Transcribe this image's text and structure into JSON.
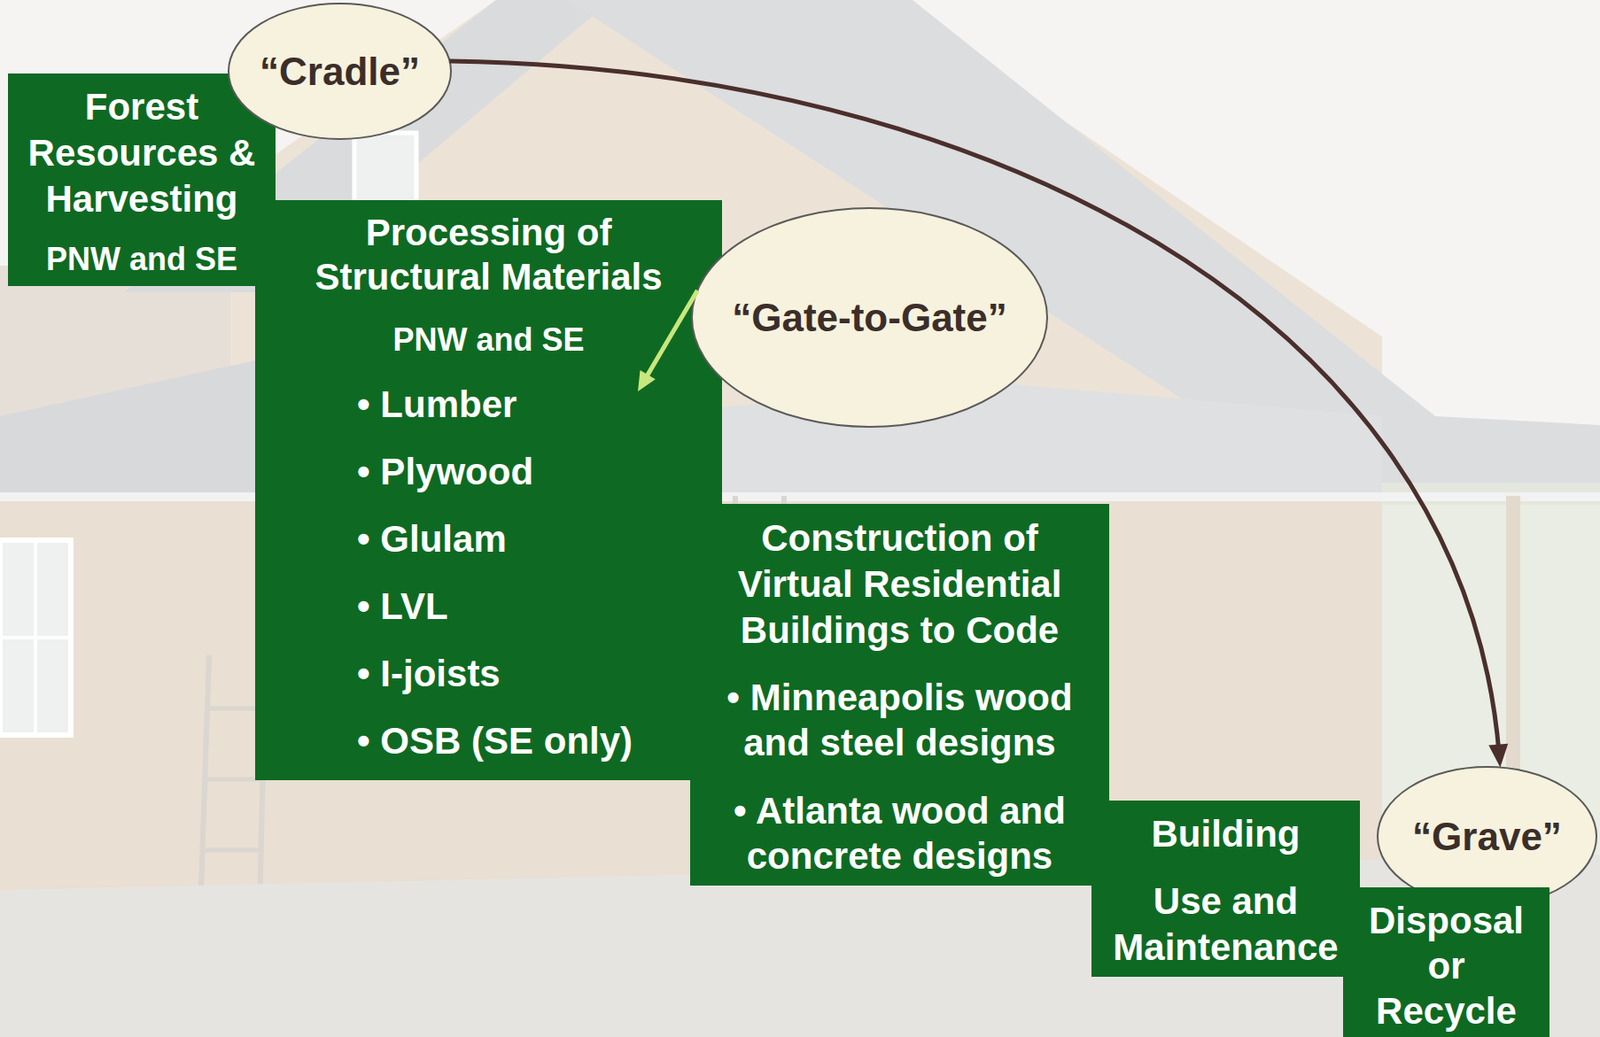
{
  "diagram": {
    "nodes": [
      {
        "text": [
          "“Cradle”"
        ]
      },
      {
        "text": [
          "Forest Resources & Harvesting",
          "PNW and SE"
        ]
      },
      {
        "text": [
          "Processing of Structural Materials",
          "PNW and SE",
          "• Lumber",
          "• Plywood",
          "• Glulam",
          "• LVL",
          "• I-joists",
          "• OSB (SE only)"
        ]
      },
      {
        "text": [
          "“Gate-to-Gate”"
        ]
      },
      {
        "text": [
          "Construction of Virtual Residential Buildings to Code",
          "• Minneapolis wood and steel designs",
          "• Atlanta wood and concrete designs"
        ]
      },
      {
        "text": [
          "Building",
          "Use and Maintenance"
        ]
      },
      {
        "text": [
          "“Grave”"
        ]
      },
      {
        "text": [
          "Disposal or Recycle"
        ]
      }
    ],
    "edges": [
      {
        "from": 0,
        "to": 6,
        "arrow": "to"
      },
      {
        "from": 3,
        "to": 2,
        "arrow": "to"
      }
    ]
  }
}
